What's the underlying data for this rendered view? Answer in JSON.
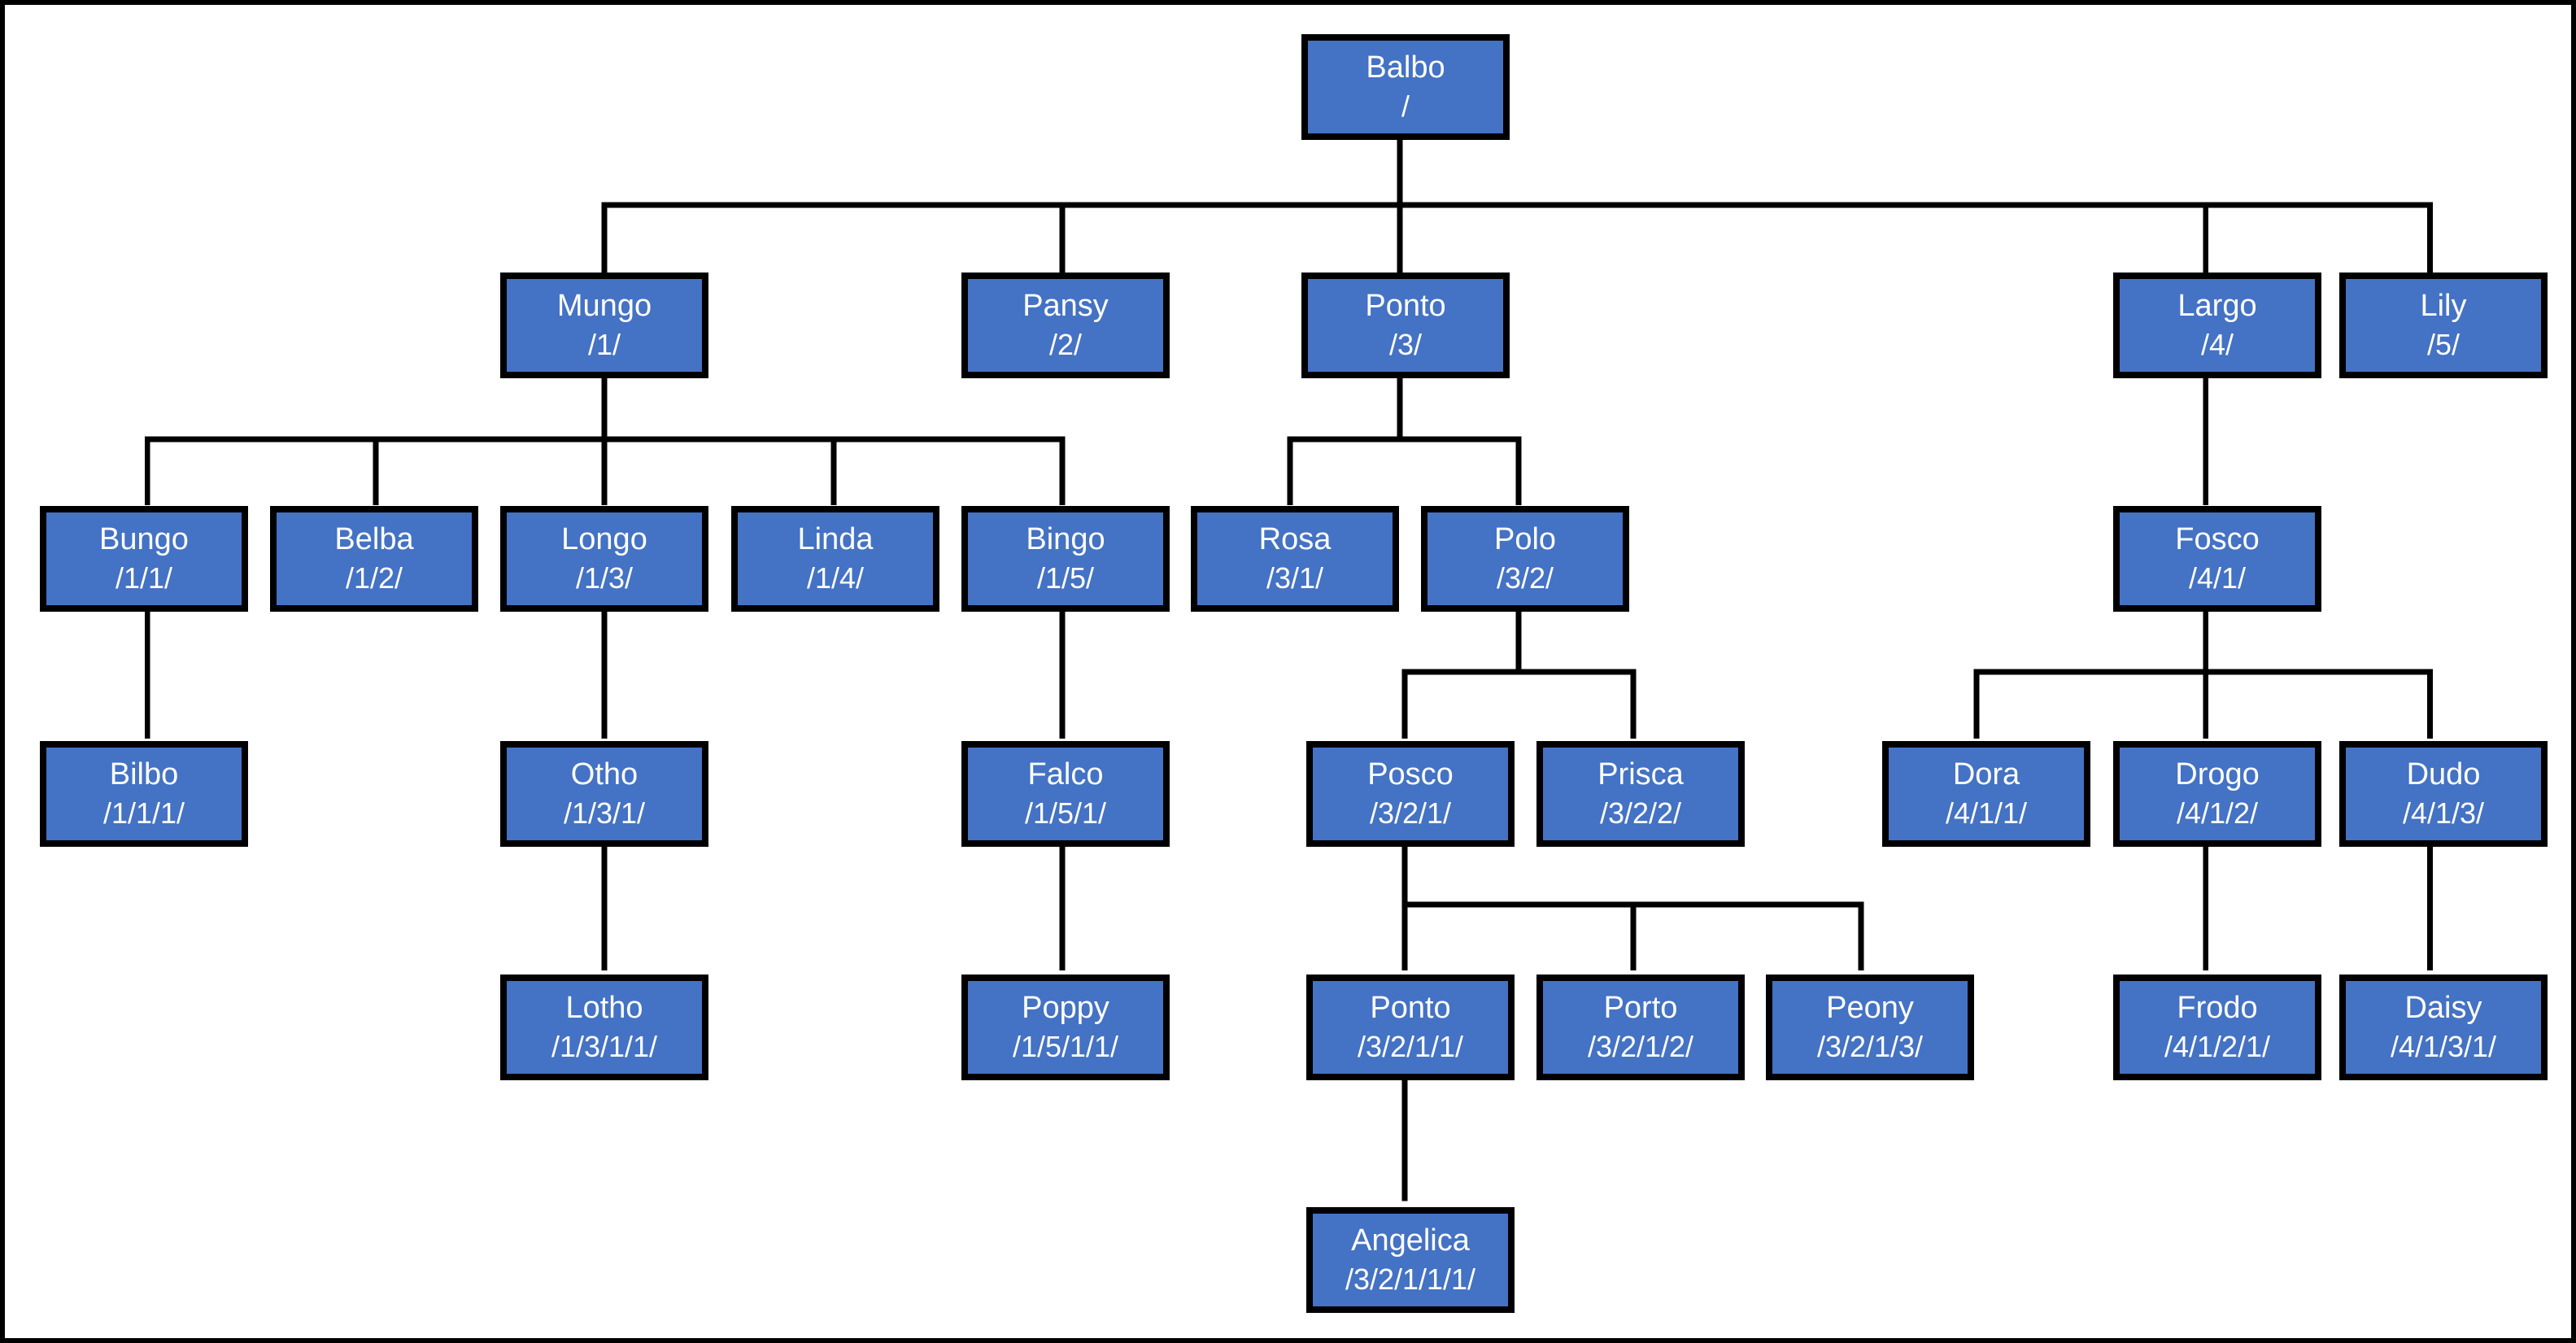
{
  "diagram": {
    "type": "family-tree-org-chart",
    "colors": {
      "node_fill": "#4472C4",
      "node_border": "#000000",
      "node_text": "#FFFFFF",
      "connector": "#000000",
      "background": "#FFFFFF",
      "frame_border": "#000000"
    },
    "nodes": [
      {
        "id": "balbo",
        "name": "Balbo",
        "code": "/",
        "parent": null
      },
      {
        "id": "mungo",
        "name": "Mungo",
        "code": "/1/",
        "parent": "balbo"
      },
      {
        "id": "pansy",
        "name": "Pansy",
        "code": "/2/",
        "parent": "balbo"
      },
      {
        "id": "ponto",
        "name": "Ponto",
        "code": "/3/",
        "parent": "balbo"
      },
      {
        "id": "largo",
        "name": "Largo",
        "code": "/4/",
        "parent": "balbo"
      },
      {
        "id": "lily",
        "name": "Lily",
        "code": "/5/",
        "parent": "balbo"
      },
      {
        "id": "bungo",
        "name": "Bungo",
        "code": "/1/1/",
        "parent": "mungo"
      },
      {
        "id": "belba",
        "name": "Belba",
        "code": "/1/2/",
        "parent": "mungo"
      },
      {
        "id": "longo",
        "name": "Longo",
        "code": "/1/3/",
        "parent": "mungo"
      },
      {
        "id": "linda",
        "name": "Linda",
        "code": "/1/4/",
        "parent": "mungo"
      },
      {
        "id": "bingo",
        "name": "Bingo",
        "code": "/1/5/",
        "parent": "mungo"
      },
      {
        "id": "rosa",
        "name": "Rosa",
        "code": "/3/1/",
        "parent": "ponto"
      },
      {
        "id": "polo",
        "name": "Polo",
        "code": "/3/2/",
        "parent": "ponto"
      },
      {
        "id": "fosco",
        "name": "Fosco",
        "code": "/4/1/",
        "parent": "largo"
      },
      {
        "id": "bilbo",
        "name": "Bilbo",
        "code": "/1/1/1/",
        "parent": "bungo"
      },
      {
        "id": "otho",
        "name": "Otho",
        "code": "/1/3/1/",
        "parent": "longo"
      },
      {
        "id": "falco",
        "name": "Falco",
        "code": "/1/5/1/",
        "parent": "bingo"
      },
      {
        "id": "posco",
        "name": "Posco",
        "code": "/3/2/1/",
        "parent": "polo"
      },
      {
        "id": "prisca",
        "name": "Prisca",
        "code": "/3/2/2/",
        "parent": "polo"
      },
      {
        "id": "dora",
        "name": "Dora",
        "code": "/4/1/1/",
        "parent": "fosco"
      },
      {
        "id": "drogo",
        "name": "Drogo",
        "code": "/4/1/2/",
        "parent": "fosco"
      },
      {
        "id": "dudo",
        "name": "Dudo",
        "code": "/4/1/3/",
        "parent": "fosco"
      },
      {
        "id": "lotho",
        "name": "Lotho",
        "code": "/1/3/1/1/",
        "parent": "otho"
      },
      {
        "id": "poppy",
        "name": "Poppy",
        "code": "/1/5/1/1/",
        "parent": "falco"
      },
      {
        "id": "ponto2",
        "name": "Ponto",
        "code": "/3/2/1/1/",
        "parent": "posco"
      },
      {
        "id": "porto",
        "name": "Porto",
        "code": "/3/2/1/2/",
        "parent": "posco"
      },
      {
        "id": "peony",
        "name": "Peony",
        "code": "/3/2/1/3/",
        "parent": "posco"
      },
      {
        "id": "frodo",
        "name": "Frodo",
        "code": "/4/1/2/1/",
        "parent": "drogo"
      },
      {
        "id": "daisy",
        "name": "Daisy",
        "code": "/4/1/3/1/",
        "parent": "dudo"
      },
      {
        "id": "angelica",
        "name": "Angelica",
        "code": "/3/2/1/1/1/",
        "parent": "ponto2"
      }
    ]
  }
}
